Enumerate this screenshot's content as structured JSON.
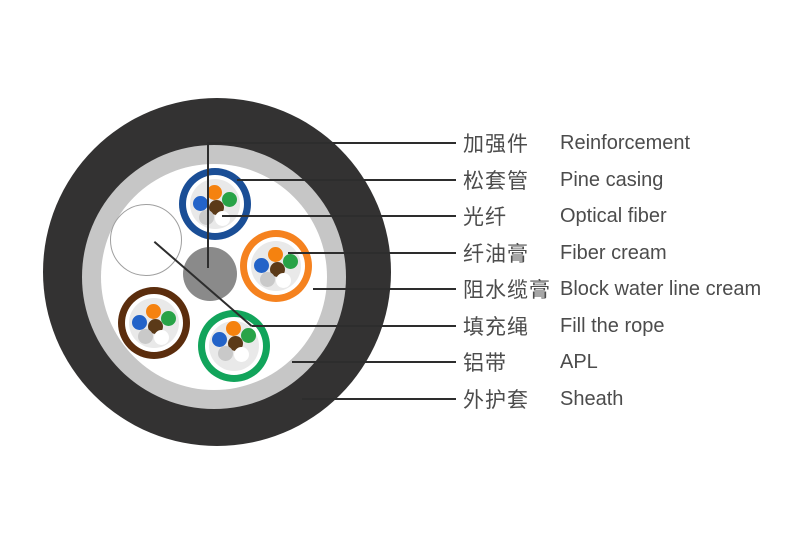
{
  "diagram_type": "fiber-optic-cable-cross-section",
  "labels": [
    {
      "zh": "加强件",
      "en": "Reinforcement",
      "target": "strength-member"
    },
    {
      "zh": "松套管",
      "en": "Pine casing",
      "target": "loose-tube"
    },
    {
      "zh": "光纤",
      "en": "Optical fiber",
      "target": "fiber-white-dot"
    },
    {
      "zh": "纤油膏",
      "en": "Fiber cream",
      "target": "tube-filling-gel"
    },
    {
      "zh": "阻水缆膏",
      "en": "Block water line cream",
      "target": "water-blocking-gel"
    },
    {
      "zh": "填充绳",
      "en": "Fill the rope",
      "target": "filler-rope"
    },
    {
      "zh": "铝带",
      "en": "APL",
      "target": "aluminum-tape-ring"
    },
    {
      "zh": "外护套",
      "en": "Sheath",
      "target": "outer-sheath"
    }
  ],
  "colors": {
    "sheath": "#333232",
    "apl": "#c6c6c6",
    "core": "#ffffff",
    "strength": "#8a8a8a",
    "filler-stroke": "#9f9f9f",
    "tube-blue": "#1a4e96",
    "tube-orange": "#f5821f",
    "tube-brown": "#5b2d0d",
    "tube-green": "#12a45b",
    "tube-fill": "#e9e9e9",
    "fiber-blue": "#2363c8",
    "fiber-orange": "#f5820f",
    "fiber-green": "#28a347",
    "fiber-brown": "#5b3a18",
    "fiber-gray": "#c9c9c9",
    "fiber-white": "#ffffff",
    "line": "#2d2d2d",
    "text": "#4c4c4c"
  }
}
